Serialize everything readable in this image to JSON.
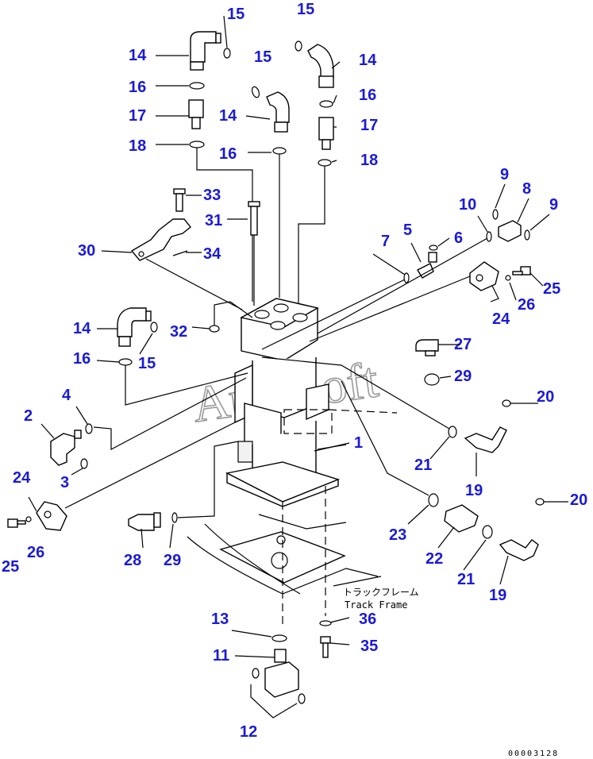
{
  "watermark": "AutoSoft",
  "note_jp": "トラックフレーム",
  "note_en": "Track Frame",
  "figure_code": "00003128",
  "labels": {
    "l15a": "15",
    "l15b": "15",
    "l15c": "15",
    "l15d": "15",
    "l14a": "14",
    "l14b": "14",
    "l14c": "14",
    "l14d": "14",
    "l16a": "16",
    "l16b": "16",
    "l16c": "16",
    "l16d": "16",
    "l17a": "17",
    "l17b": "17",
    "l18a": "18",
    "l18b": "18",
    "l33": "33",
    "l31": "31",
    "l30": "30",
    "l34": "34",
    "l32": "32",
    "l9a": "9",
    "l9b": "9",
    "l8": "8",
    "l10": "10",
    "l7": "7",
    "l5": "5",
    "l6": "6",
    "l25a": "25",
    "l25b": "25",
    "l26a": "26",
    "l26b": "26",
    "l24a": "24",
    "l24b": "24",
    "l27": "27",
    "l29a": "29",
    "l29b": "29",
    "l20a": "20",
    "l20b": "20",
    "l21a": "21",
    "l21b": "21",
    "l19a": "19",
    "l19b": "19",
    "l22": "22",
    "l23": "23",
    "l1": "1",
    "l2": "2",
    "l3": "3",
    "l4": "4",
    "l28": "28",
    "l13": "13",
    "l11": "11",
    "l12": "12",
    "l36": "36",
    "l35": "35"
  }
}
